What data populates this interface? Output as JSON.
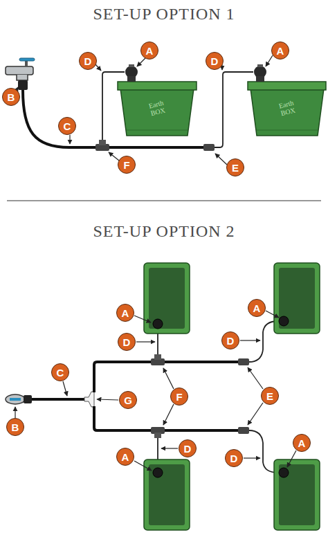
{
  "diagram": {
    "nodes": [
      {
        "text": [
          "D"
        ]
      },
      {
        "text": [
          "A"
        ]
      },
      {
        "text": [
          "D"
        ]
      },
      {
        "text": [
          "A"
        ]
      },
      {
        "text": [
          "B"
        ]
      },
      {
        "text": [
          "C"
        ]
      },
      {
        "text": [
          "F"
        ]
      },
      {
        "text": [
          "E"
        ]
      },
      {
        "text": [
          "A"
        ]
      },
      {
        "text": [
          "A"
        ]
      },
      {
        "text": [
          "D"
        ]
      },
      {
        "text": [
          "D"
        ]
      },
      {
        "text": [
          "C"
        ]
      },
      {
        "text": [
          "G"
        ]
      },
      {
        "text": [
          "F"
        ]
      },
      {
        "text": [
          "E"
        ]
      },
      {
        "text": [
          "B"
        ]
      },
      {
        "text": [
          "D"
        ]
      },
      {
        "text": [
          "A"
        ]
      },
      {
        "text": [
          "D"
        ]
      },
      {
        "text": [
          "A"
        ]
      }
    ],
    "labels": [
      "SET-UP OPTION 1",
      "SET-UP OPTION 2",
      "Earth BOX",
      "Earth BOX"
    ]
  }
}
